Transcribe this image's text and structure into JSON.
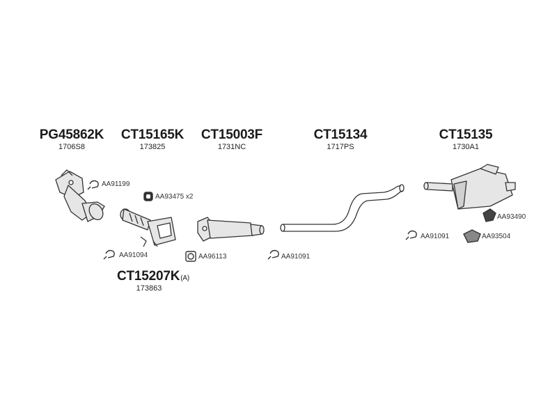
{
  "parts": [
    {
      "id": "pg45862k",
      "code": "PG45862K",
      "ref": "1706S8"
    },
    {
      "id": "ct15165k",
      "code": "CT15165K",
      "ref": "173825"
    },
    {
      "id": "ct15003f",
      "code": "CT15003F",
      "ref": "1731NC"
    },
    {
      "id": "ct15134",
      "code": "CT15134",
      "ref": "1717PS"
    },
    {
      "id": "ct15135",
      "code": "CT15135",
      "ref": "1730A1"
    },
    {
      "id": "ct15207k",
      "code": "CT15207K",
      "suffix": "(A)",
      "ref": "173863"
    }
  ],
  "accessories": [
    {
      "id": "aa91199",
      "code": "AA91199",
      "icon": "clamp-icon"
    },
    {
      "id": "aa93475",
      "code": "AA93475 x2",
      "icon": "rubber-mount-icon"
    },
    {
      "id": "aa91094",
      "code": "AA91094",
      "icon": "clamp-icon"
    },
    {
      "id": "aa96113",
      "code": "AA96113",
      "icon": "gasket-icon"
    },
    {
      "id": "aa91091a",
      "code": "AA91091",
      "icon": "clamp-icon"
    },
    {
      "id": "aa93490",
      "code": "AA93490",
      "icon": "rubber-mount-icon"
    },
    {
      "id": "aa91091b",
      "code": "AA91091",
      "icon": "clamp-icon"
    },
    {
      "id": "aa93504",
      "code": "AA93504",
      "icon": "heat-shield-icon"
    }
  ]
}
